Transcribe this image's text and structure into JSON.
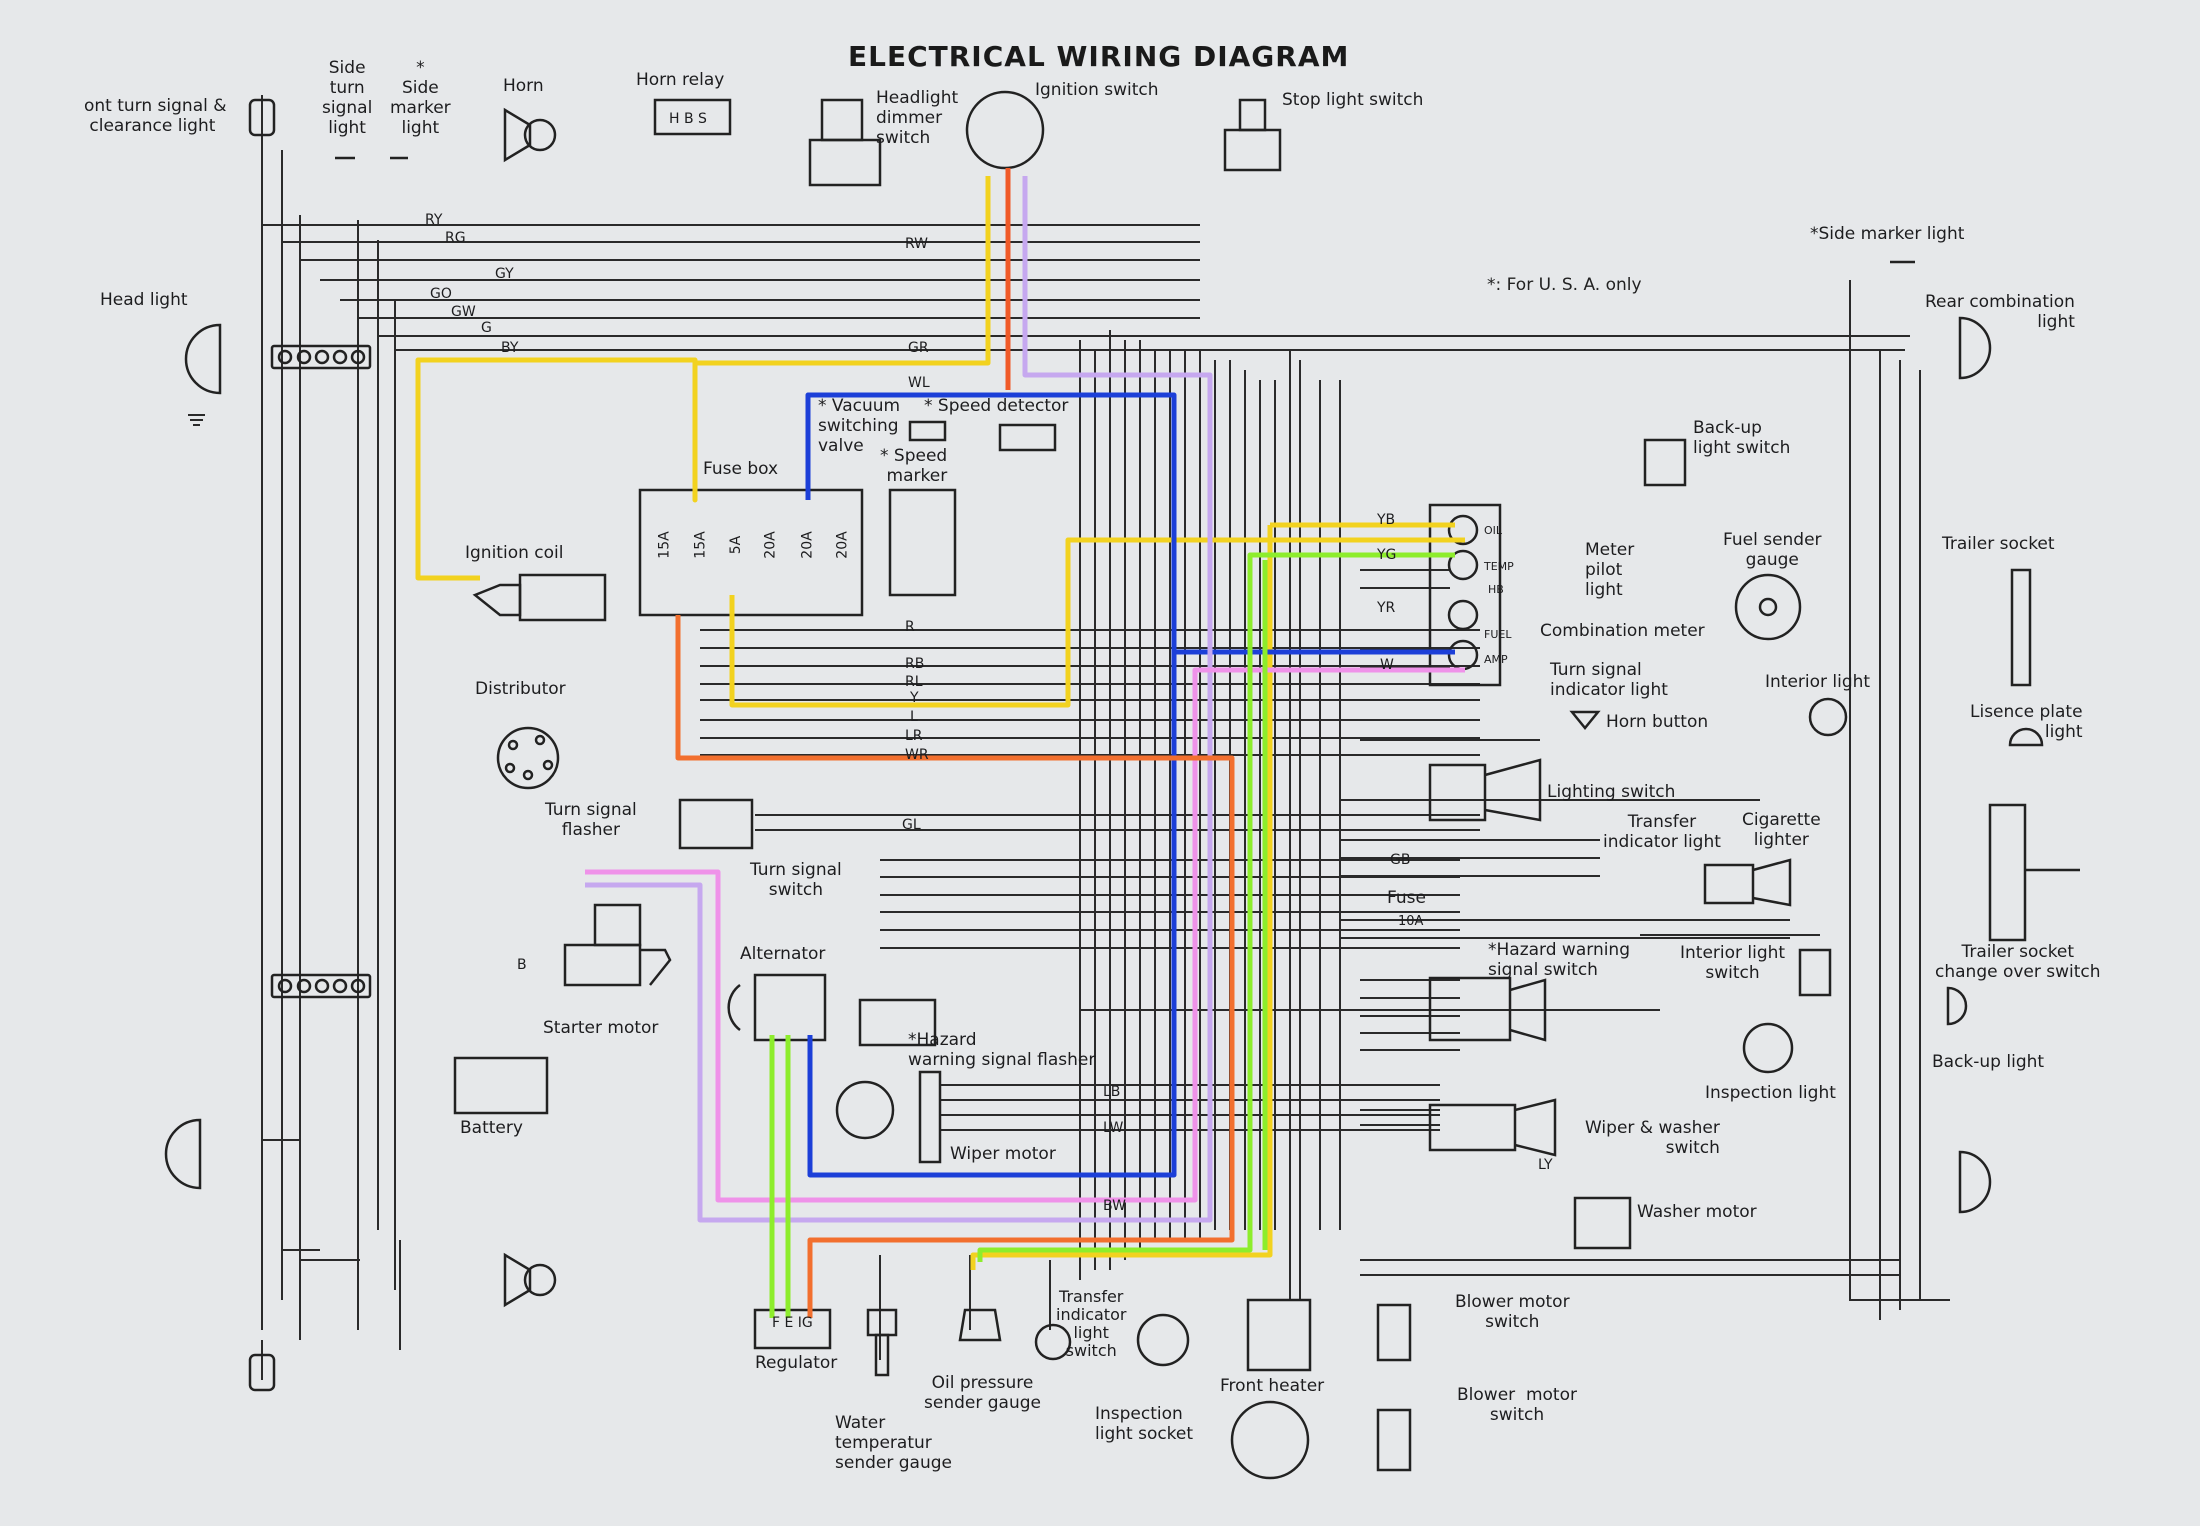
{
  "title": "ELECTRICAL  WIRING  DIAGRAM",
  "note": "*:  For  U. S. A.  only",
  "components": {
    "front_turn_signal": "ont turn signal &\n clearance light",
    "side_turn_signal": "Side\nturn\nsignal\nlight",
    "side_marker_light_front": "*\nSide\nmarker\nlight",
    "horn": "Horn",
    "horn_relay": "Horn relay",
    "headlight_dimmer_switch": "Headlight\ndimmer\nswitch",
    "ignition_switch": "Ignition switch",
    "stop_light_switch": "Stop light switch",
    "side_marker_light_rear": "*Side marker light",
    "head_light": "Head light",
    "rear_combination_light": "Rear combination\nlight",
    "vacuum_switching_valve": "* Vacuum\nswitching\nvalve",
    "speed_detector": "* Speed detector",
    "speed_marker": "* Speed\nmarker",
    "fuse_box": "Fuse box",
    "back_up_light_switch": "Back-up\nlight switch",
    "ignition_coil": "Ignition coil",
    "meter_pilot_light": "Meter\npilot\nlight",
    "fuel_sender_gauge": "Fuel sender\ngauge",
    "trailer_socket": "Trailer socket",
    "combination_meter": "Combination meter",
    "distributor": "Distributor",
    "turn_signal_indicator_light": "Turn signal\nindicator light",
    "interior_light_1": "Interior light",
    "horn_button": "Horn button",
    "lisence_plate_light": "Lisence plate\nlight",
    "turn_signal_flasher": "Turn signal\nflasher",
    "lighting_switch": "Lighting switch",
    "transfer_indicator_light": "Transfer\nindicator light",
    "cigarette_lighter": "Cigarette\nlighter",
    "turn_signal_switch": "Turn signal\nswitch",
    "fuse": "Fuse",
    "hazard_warning_signal_switch": "*Hazard warning\nsignal switch",
    "interior_light_switch": "Interior light\nswitch",
    "trailer_socket_changeover": "Trailer socket\nchange over switch",
    "alternator": "Alternator",
    "starter_motor": "Starter motor",
    "hazard_warning_signal_flasher": "*Hazard\nwarning signal flasher",
    "inspection_light": "Inspection light",
    "back_up_light": "Back-up light",
    "battery": "Battery",
    "wiper_motor": "Wiper motor",
    "wiper_washer_switch": "Wiper & washer\nswitch",
    "washer_motor": "Washer motor",
    "blower_motor_switch_1": "Blower motor\nswitch",
    "blower_motor_switch_2": "Blower  motor\nswitch",
    "regulator": "Regulator",
    "water_temp_sender": "Water\ntemperatur\nsender gauge",
    "oil_pressure_sender": "Oil pressure\nsender gauge",
    "transfer_indicator_light_switch": "Transfer\nindicator\nlight\nswitch",
    "inspection_light_socket": "Inspection\nlight socket",
    "front_heater": "Front heater"
  },
  "fuses": [
    "15A",
    "15A",
    "5A",
    "20A",
    "20A",
    "20A"
  ],
  "fuse_10a": "10A",
  "horn_relay_terminals": "H B S",
  "regulator_terminals": "F E IG",
  "meter_terminals": [
    "OIL",
    "TEMP",
    "HB",
    "FUEL",
    "AMP"
  ],
  "wire_codes": [
    "RY",
    "RG",
    "GY",
    "GO",
    "GW",
    "G",
    "BY",
    "GR",
    "WL",
    "RW",
    "R",
    "RB",
    "RL",
    "Y",
    "L",
    "LR",
    "WR",
    "GL",
    "YB",
    "YG",
    "YR",
    "W",
    "LB",
    "LW",
    "BW",
    "B",
    "GB",
    "LY"
  ],
  "highlight_colors": {
    "yellow": "#f2d21f",
    "red": "#f05a28",
    "blue": "#1c3fd8",
    "lavender": "#c6a8ef",
    "pink": "#ef92e9",
    "green": "#8ded2c",
    "orange": "#f26f2e"
  }
}
